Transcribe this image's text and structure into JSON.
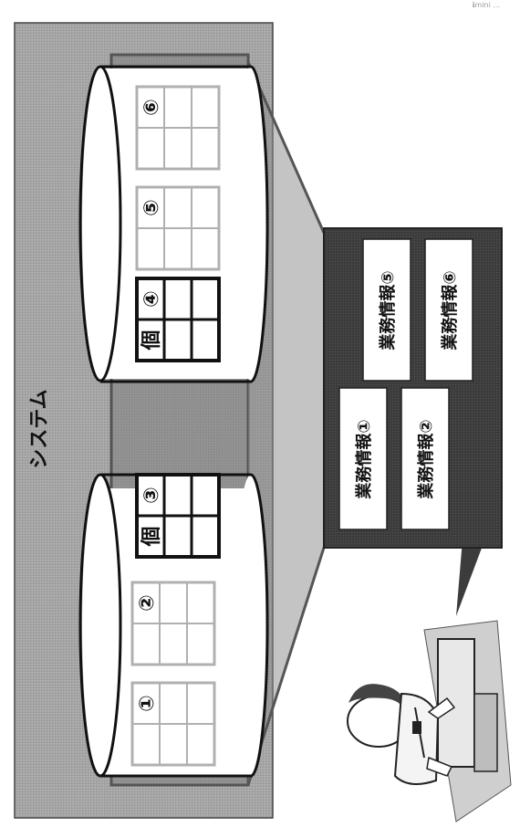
{
  "system": {
    "title": "システム"
  },
  "databases": [
    {
      "tables": [
        {
          "label": "①",
          "personal": false,
          "personal_mark": ""
        },
        {
          "label": "②",
          "personal": false,
          "personal_mark": ""
        },
        {
          "label": "③",
          "personal": true,
          "personal_mark": "個"
        }
      ]
    },
    {
      "tables": [
        {
          "label": "④",
          "personal": true,
          "personal_mark": "個"
        },
        {
          "label": "⑤",
          "personal": false,
          "personal_mark": ""
        },
        {
          "label": "⑥",
          "personal": false,
          "personal_mark": ""
        }
      ]
    }
  ],
  "callout": {
    "items": [
      "業務情報①",
      "業務情報②",
      "業務情報⑤",
      "業務情報⑥"
    ]
  },
  "footer": {
    "corner_text": "ℹ︎mini ...",
    "user_figure": "user-at-computer"
  },
  "colors": {
    "system_bg": "#9a9a9a",
    "callout_bg": "#3c3c3c",
    "highlight_band": "#7a7a7a",
    "personal_table_border": "#111111",
    "normal_table_border": "#b0b0b0"
  }
}
